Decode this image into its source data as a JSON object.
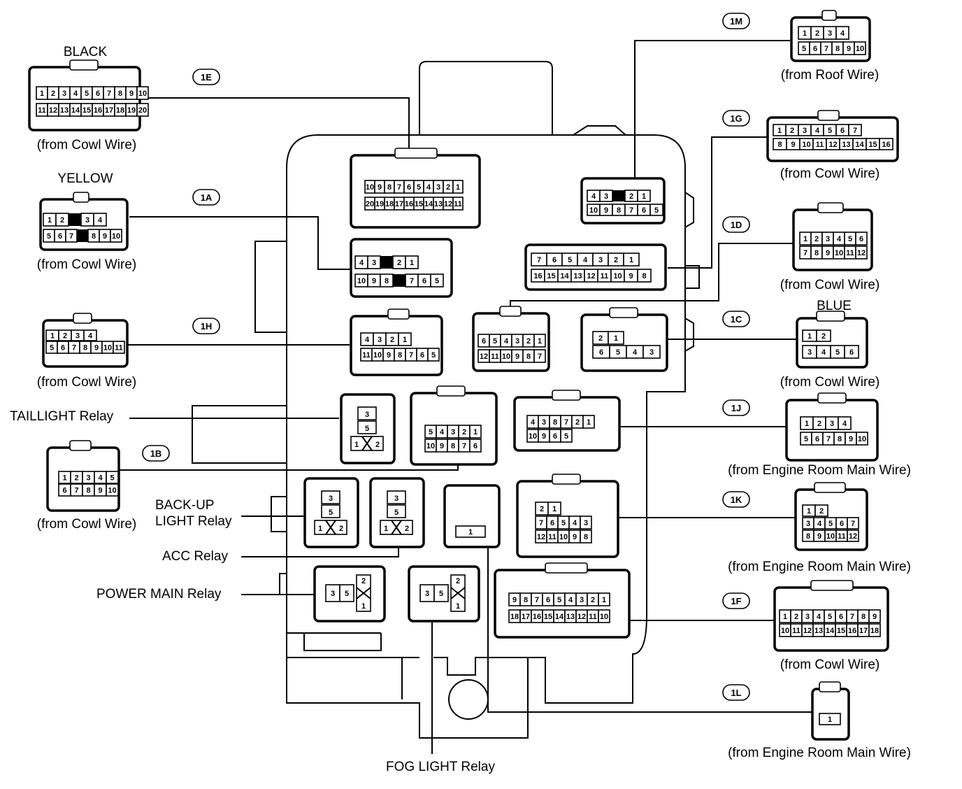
{
  "labels": {
    "black": "BLACK",
    "yellow": "YELLOW",
    "blue": "BLUE",
    "from_cowl": "(from Cowl Wire)",
    "from_roof": "(from Roof Wire)",
    "from_engine": "(from Engine Room Main Wire)",
    "taillight_relay": "TAILLIGHT Relay",
    "backup_relay_1": "BACK-UP",
    "backup_relay_2": "LIGHT Relay",
    "acc_relay": "ACC Relay",
    "power_main_relay": "POWER MAIN Relay",
    "fog_relay": "FOG LIGHT Relay"
  },
  "tags": {
    "E": "1E",
    "A": "1A",
    "H": "1H",
    "B": "1B",
    "M": "1M",
    "G": "1G",
    "D": "1D",
    "C": "1C",
    "J": "1J",
    "K": "1K",
    "F": "1F",
    "L": "1L"
  },
  "pins": {
    "E_top": [
      "1",
      "2",
      "3",
      "4",
      "5",
      "6",
      "7",
      "8",
      "9",
      "10"
    ],
    "E_bot": [
      "11",
      "12",
      "13",
      "14",
      "15",
      "16",
      "17",
      "18",
      "19",
      "20"
    ],
    "A_top": [
      "1",
      "2",
      "",
      "3",
      "4"
    ],
    "A_bot": [
      "5",
      "6",
      "7",
      "",
      "8",
      "9",
      "10"
    ],
    "H_top": [
      "1",
      "2",
      "3",
      "4"
    ],
    "H_bot": [
      "5",
      "6",
      "7",
      "8",
      "9",
      "10",
      "11"
    ],
    "B_top": [
      "1",
      "2",
      "3",
      "4",
      "5"
    ],
    "B_bot": [
      "6",
      "7",
      "8",
      "9",
      "10"
    ],
    "M_top": [
      "1",
      "2",
      "3",
      "4"
    ],
    "M_bot": [
      "5",
      "6",
      "7",
      "8",
      "9",
      "10"
    ],
    "G_top": [
      "1",
      "2",
      "3",
      "4",
      "5",
      "6",
      "7"
    ],
    "G_bot": [
      "8",
      "9",
      "10",
      "11",
      "12",
      "13",
      "14",
      "15",
      "16"
    ],
    "D_top": [
      "1",
      "2",
      "3",
      "4",
      "5",
      "6"
    ],
    "D_bot": [
      "7",
      "8",
      "9",
      "10",
      "11",
      "12"
    ],
    "C_top": [
      "1",
      "2"
    ],
    "C_bot": [
      "3",
      "4",
      "5",
      "6"
    ],
    "J_top": [
      "1",
      "2",
      "3",
      "4"
    ],
    "J_bot": [
      "5",
      "6",
      "7",
      "8",
      "9",
      "10"
    ],
    "K_top": [
      "1",
      "2"
    ],
    "K_bot": [
      "3",
      "4",
      "5",
      "6",
      "7"
    ],
    "K_b2": [
      "8",
      "9",
      "10",
      "11",
      "12"
    ],
    "F_top": [
      "1",
      "2",
      "3",
      "4",
      "5",
      "6",
      "7",
      "8",
      "9"
    ],
    "F_bot": [
      "10",
      "11",
      "12",
      "13",
      "14",
      "15",
      "16",
      "17",
      "18"
    ],
    "L": [
      "1"
    ],
    "blk_E_top": [
      "10",
      "9",
      "8",
      "7",
      "6",
      "5",
      "4",
      "3",
      "2",
      "1"
    ],
    "blk_E_bot": [
      "20",
      "19",
      "18",
      "17",
      "16",
      "15",
      "14",
      "13",
      "12",
      "11"
    ],
    "blk_A_top": [
      "4",
      "3",
      "",
      "2",
      "1"
    ],
    "blk_A_bot": [
      "10",
      "9",
      "8",
      "",
      "7",
      "6",
      "5"
    ],
    "blk_M_top": [
      "4",
      "3",
      "",
      "2",
      "1"
    ],
    "blk_M_bot": [
      "10",
      "9",
      "8",
      "7",
      "6",
      "5"
    ],
    "blk_G_top": [
      "7",
      "6",
      "5",
      "4",
      "3",
      "2",
      "1"
    ],
    "blk_G_bot": [
      "16",
      "15",
      "14",
      "13",
      "12",
      "11",
      "10",
      "9",
      "8"
    ],
    "blk_H_top": [
      "4",
      "3",
      "2",
      "1"
    ],
    "blk_H_bot": [
      "11",
      "10",
      "9",
      "8",
      "7",
      "6",
      "5"
    ],
    "blk_D_top": [
      "6",
      "5",
      "4",
      "3",
      "2",
      "1"
    ],
    "blk_D_bot": [
      "12",
      "11",
      "10",
      "9",
      "8",
      "7"
    ],
    "blk_C_top": [
      "2",
      "1"
    ],
    "blk_C_bot": [
      "6",
      "5",
      "4",
      "3"
    ],
    "blk_B_top": [
      "5",
      "4",
      "3",
      "2",
      "1"
    ],
    "blk_B_bot": [
      "10",
      "9",
      "8",
      "7",
      "6"
    ],
    "blk_J_top": [
      "4",
      "3",
      "8",
      "7",
      "2",
      "1"
    ],
    "blk_J_bot": [
      "10",
      "9",
      "6",
      "5"
    ],
    "blk_K_top": [
      "2",
      "1"
    ],
    "blk_K_mid": [
      "7",
      "6",
      "5",
      "4",
      "3"
    ],
    "blk_K_bot": [
      "12",
      "11",
      "10",
      "9",
      "8"
    ],
    "blk_F_top": [
      "9",
      "8",
      "7",
      "6",
      "5",
      "4",
      "3",
      "2",
      "1"
    ],
    "blk_F_bot": [
      "18",
      "17",
      "16",
      "15",
      "14",
      "13",
      "12",
      "11",
      "10"
    ],
    "relay_v": [
      "3",
      "5",
      "1",
      "2"
    ],
    "relay_h": [
      "3",
      "5",
      "2",
      "1"
    ],
    "blk_L": [
      "1"
    ]
  }
}
